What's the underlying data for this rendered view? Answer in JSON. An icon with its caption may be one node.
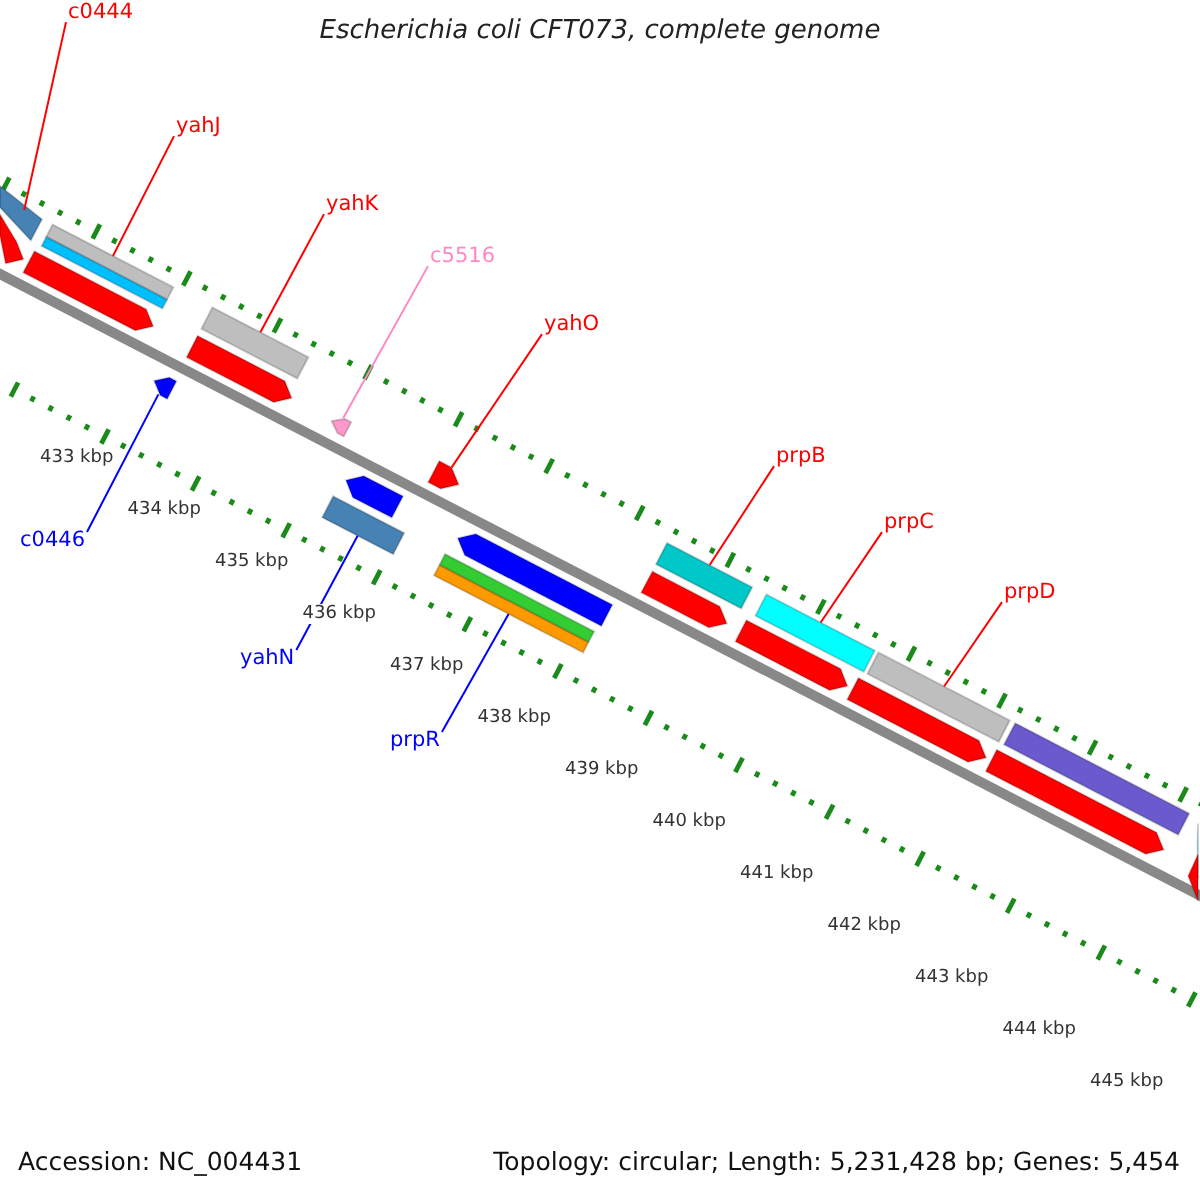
{
  "diagram": {
    "title": "Escherichia coli CFT073, complete genome",
    "nodes": [
      {
        "text": [
          "c0444"
        ]
      },
      {
        "text": [
          "yahJ"
        ]
      },
      {
        "text": [
          "yahK"
        ]
      },
      {
        "text": [
          "c5516"
        ]
      },
      {
        "text": [
          "yahO"
        ]
      },
      {
        "text": [
          "prpB"
        ]
      },
      {
        "text": [
          "prpC"
        ]
      },
      {
        "text": [
          "c0446"
        ]
      },
      {
        "text": [
          "prpD"
        ]
      },
      {
        "text": [
          "yahN"
        ]
      },
      {
        "text": [
          "prpR"
        ]
      },
      {
        "text": [],
        "shape": "bar"
      },
      {
        "text": [],
        "shape": "bar"
      },
      {
        "text": [],
        "shape": "bar"
      },
      {
        "text": [],
        "shape": "arrow"
      },
      {
        "text": [],
        "shape": "arrow"
      },
      {
        "text": [],
        "shape": "bar"
      },
      {
        "text": [],
        "shape": "bar"
      },
      {
        "text": [],
        "shape": "arrow"
      },
      {
        "text": [],
        "shape": "bar"
      },
      {
        "text": [],
        "shape": "bar"
      },
      {
        "text": [],
        "shape": "bar"
      },
      {
        "text": [],
        "shape": "bar"
      },
      {
        "text": [],
        "shape": "bar"
      },
      {
        "text": [],
        "shape": "bar"
      },
      {
        "text": [],
        "shape": "bar"
      },
      {
        "text": [],
        "shape": "arrow"
      },
      {
        "text": [],
        "shape": "arrow"
      },
      {
        "text": [],
        "shape": "arrow"
      },
      {
        "text": [],
        "shape": "arrow"
      },
      {
        "text": [],
        "shape": "arrow"
      },
      {
        "text": [],
        "shape": "arrow"
      },
      {
        "text": [],
        "shape": "arrow"
      },
      {
        "text": [],
        "shape": "arrow"
      },
      {
        "text": [],
        "shape": "arrow"
      },
      {
        "text": [],
        "shape": "arrow"
      }
    ],
    "edges": [
      {
        "from": 0,
        "to": 11,
        "arrow": "none"
      },
      {
        "from": 1,
        "to": 12,
        "arrow": "none"
      },
      {
        "from": 2,
        "to": 13,
        "arrow": "none"
      },
      {
        "from": 3,
        "to": 14,
        "arrow": "none",
        "color": "#ff88c4"
      },
      {
        "from": 4,
        "to": 15,
        "arrow": "none"
      },
      {
        "from": 5,
        "to": 16,
        "arrow": "none"
      },
      {
        "from": 6,
        "to": 17,
        "arrow": "none"
      },
      {
        "from": 7,
        "to": 18,
        "arrow": "none",
        "color": "#0000ff"
      },
      {
        "from": 8,
        "to": 19,
        "arrow": "none"
      },
      {
        "from": 9,
        "to": 20,
        "arrow": "none",
        "color": "#0000ff"
      },
      {
        "from": 10,
        "to": 21,
        "arrow": "none",
        "color": "#0000ff"
      }
    ],
    "labels": [
      "433 kbp",
      "434 kbp",
      "435 kbp",
      "436 kbp",
      "437 kbp",
      "438 kbp",
      "439 kbp",
      "440 kbp",
      "441 kbp",
      "442 kbp",
      "443 kbp",
      "444 kbp",
      "445 kbp",
      "Accession: NC_004431",
      "Topology: circular; Length: 5,231,428 bp; Genes: 5,454"
    ]
  }
}
